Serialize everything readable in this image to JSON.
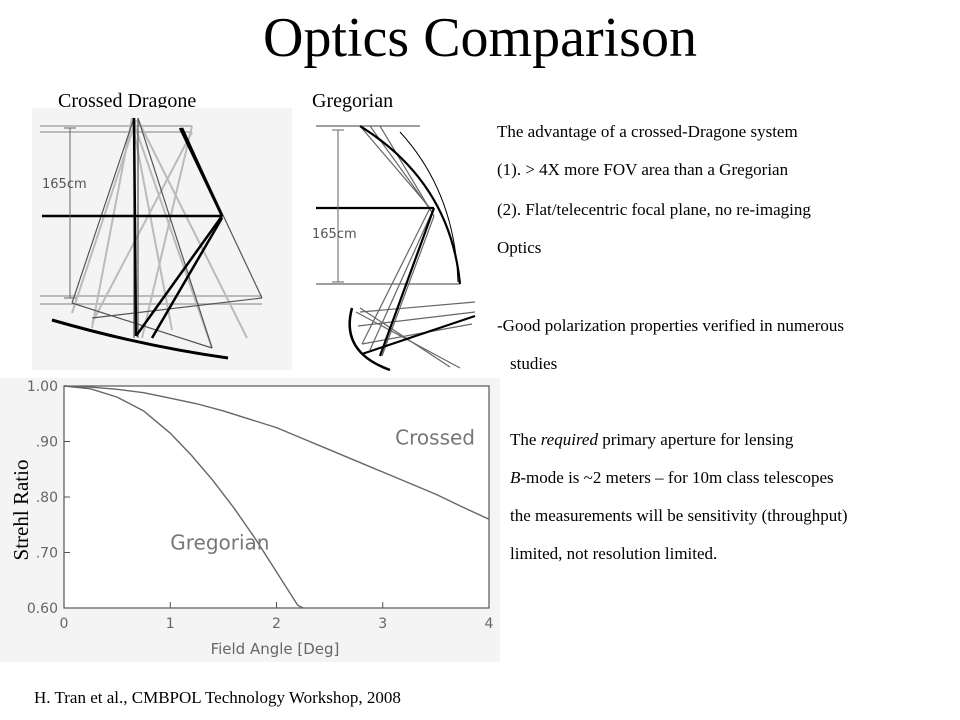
{
  "slide": {
    "title": "Optics Comparison",
    "label_crossed": "Crossed Dragone",
    "label_gregorian": "Gregorian",
    "dim_label": "165cm",
    "advantage": {
      "heading": "The advantage of a crossed-Dragone system",
      "item1": "(1). > 4X more FOV area than a Gregorian",
      "item2a": "(2).  Flat/telecentric focal plane, no re-imaging",
      "item2b": "Optics"
    },
    "polarization": {
      "line1": "-Good polarization properties verified in numerous",
      "line2": "studies"
    },
    "aperture": {
      "line1_pre": "The ",
      "line1_em": "required",
      "line1_post": " primary aperture for lensing",
      "line2_em": "B",
      "line2_post": "-mode is ~2 meters – for 10m class telescopes",
      "line3": "the measurements will be sensitivity (throughput)",
      "line4": "limited, not resolution limited."
    },
    "citation": "H. Tran et al., CMBPOL Technology Workshop, 2008"
  },
  "chart_data": {
    "type": "line",
    "title": "",
    "xlabel": "Field Angle [Deg]",
    "ylabel": "Strehl Ratio",
    "xlim": [
      0,
      4
    ],
    "ylim": [
      0.6,
      1.0
    ],
    "xticks": [
      "0",
      "1",
      "2",
      "3",
      "4"
    ],
    "yticks": [
      "1.00",
      ".90",
      ".80",
      ".70",
      "0.60"
    ],
    "series": [
      {
        "name": "Crossed",
        "x": [
          0,
          0.25,
          0.5,
          0.75,
          1.0,
          1.25,
          1.5,
          1.75,
          2.0,
          2.25,
          2.5,
          2.75,
          3.0,
          3.25,
          3.5,
          3.75,
          4.0
        ],
        "y": [
          1.0,
          0.998,
          0.994,
          0.988,
          0.978,
          0.968,
          0.955,
          0.94,
          0.925,
          0.905,
          0.885,
          0.865,
          0.845,
          0.825,
          0.805,
          0.782,
          0.76
        ]
      },
      {
        "name": "Gregorian",
        "x": [
          0,
          0.25,
          0.5,
          0.75,
          1.0,
          1.2,
          1.4,
          1.6,
          1.8,
          2.0,
          2.1,
          2.2,
          2.25
        ],
        "y": [
          1.0,
          0.995,
          0.98,
          0.955,
          0.915,
          0.875,
          0.83,
          0.78,
          0.725,
          0.665,
          0.635,
          0.605,
          0.6
        ]
      }
    ]
  }
}
